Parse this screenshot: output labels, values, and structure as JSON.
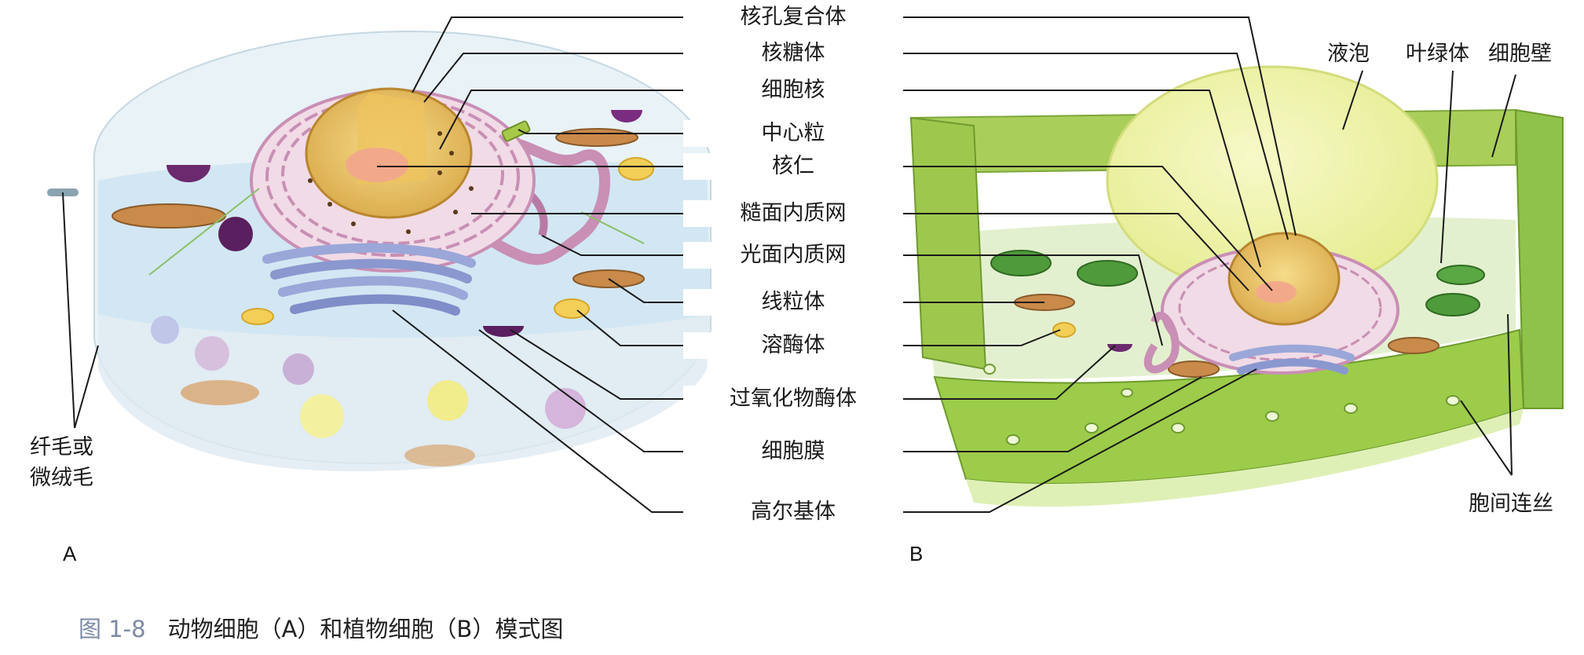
{
  "diagram": {
    "center_labels": [
      {
        "id": "nuclear-pore-complex",
        "text": "核孔复合体"
      },
      {
        "id": "ribosome",
        "text": "核糖体"
      },
      {
        "id": "nucleus",
        "text": "细胞核"
      },
      {
        "id": "centriole",
        "text": "中心粒"
      },
      {
        "id": "nucleolus",
        "text": "核仁"
      },
      {
        "id": "rough-er",
        "text": "糙面内质网"
      },
      {
        "id": "smooth-er",
        "text": "光面内质网"
      },
      {
        "id": "mitochondrion",
        "text": "线粒体"
      },
      {
        "id": "lysosome",
        "text": "溶酶体"
      },
      {
        "id": "peroxisome",
        "text": "过氧化物酶体"
      },
      {
        "id": "cell-membrane",
        "text": "细胞膜"
      },
      {
        "id": "golgi-apparatus",
        "text": "高尔基体"
      }
    ],
    "plant_labels": {
      "vacuole": "液泡",
      "chloroplast": "叶绿体",
      "cell_wall": "细胞壁",
      "plasmodesmata": "胞间连丝"
    },
    "animal_labels": {
      "cilia_line1": "纤毛或",
      "cilia_line2": "微绒毛"
    },
    "panel_a": "A",
    "panel_b": "B"
  },
  "caption": {
    "figure_number": "图 1-8",
    "text": "动物细胞（A）和植物细胞（B）模式图"
  },
  "colors": {
    "cytoplasm": "#cfe6f2",
    "nucleus": "#e9c96a",
    "er": "#c98fb5",
    "golgi": "#9aa7d8",
    "cell_wall": "#8fc24a",
    "vacuole": "#eef39a",
    "chloroplast": "#4f9a3a",
    "mitochondrion": "#c98a4a",
    "lysosome": "#f3cf58",
    "peroxisome": "#6b2a6e"
  }
}
